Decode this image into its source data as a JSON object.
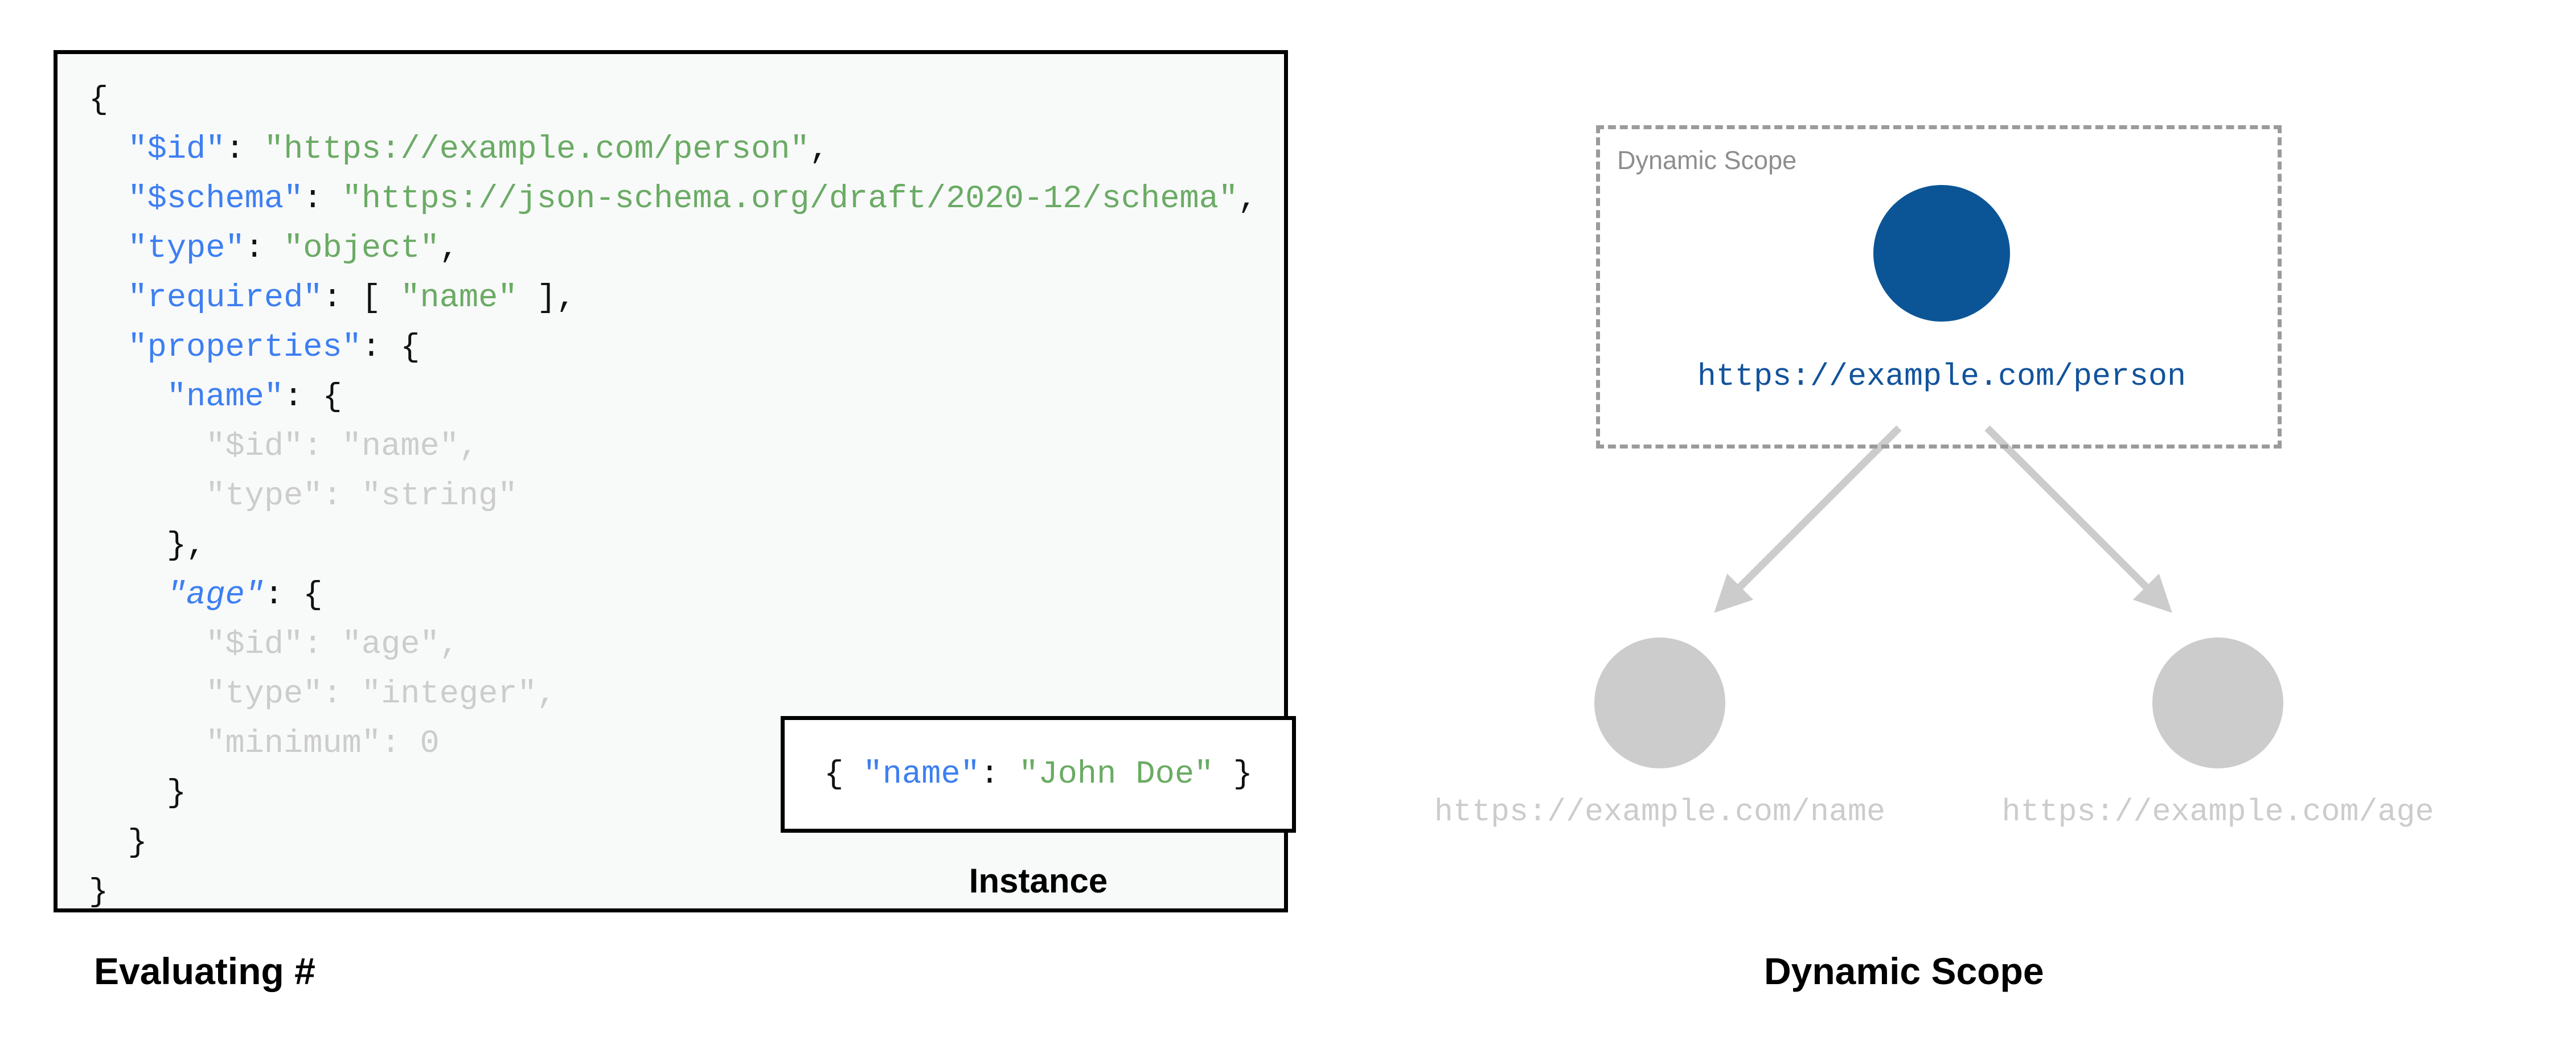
{
  "figure": {
    "left_caption": "Evaluating #",
    "right_caption": "Dynamic Scope"
  },
  "code_panel": {
    "language": "json",
    "lines": [
      {
        "indent": 0,
        "tokens": [
          {
            "t": "{",
            "c": "pun"
          }
        ]
      },
      {
        "indent": 1,
        "tokens": [
          {
            "t": "\"$id\"",
            "c": "key"
          },
          {
            "t": ": ",
            "c": "pun"
          },
          {
            "t": "\"https://example.com/person\"",
            "c": "str"
          },
          {
            "t": ",",
            "c": "pun"
          }
        ]
      },
      {
        "indent": 1,
        "tokens": [
          {
            "t": "\"$schema\"",
            "c": "key"
          },
          {
            "t": ": ",
            "c": "pun"
          },
          {
            "t": "\"https://json-schema.org/draft/2020-12/schema\"",
            "c": "str"
          },
          {
            "t": ",",
            "c": "pun"
          }
        ]
      },
      {
        "indent": 1,
        "tokens": [
          {
            "t": "\"type\"",
            "c": "key"
          },
          {
            "t": ": ",
            "c": "pun"
          },
          {
            "t": "\"object\"",
            "c": "str"
          },
          {
            "t": ",",
            "c": "pun"
          }
        ]
      },
      {
        "indent": 1,
        "tokens": [
          {
            "t": "\"required\"",
            "c": "key"
          },
          {
            "t": ": [ ",
            "c": "pun"
          },
          {
            "t": "\"name\"",
            "c": "str"
          },
          {
            "t": " ],",
            "c": "pun"
          }
        ]
      },
      {
        "indent": 1,
        "tokens": [
          {
            "t": "\"properties\"",
            "c": "key"
          },
          {
            "t": ": {",
            "c": "pun"
          }
        ]
      },
      {
        "indent": 2,
        "tokens": [
          {
            "t": "\"name\"",
            "c": "key"
          },
          {
            "t": ": {",
            "c": "pun"
          }
        ]
      },
      {
        "indent": 3,
        "tokens": [
          {
            "t": "\"$id\": \"name\",",
            "c": "dim"
          }
        ]
      },
      {
        "indent": 3,
        "tokens": [
          {
            "t": "\"type\": \"string\"",
            "c": "dim"
          }
        ]
      },
      {
        "indent": 2,
        "tokens": [
          {
            "t": "},",
            "c": "pun"
          }
        ]
      },
      {
        "indent": 2,
        "tokens": [
          {
            "t": "\"age\"",
            "c": "key-i"
          },
          {
            "t": ": {",
            "c": "pun"
          }
        ]
      },
      {
        "indent": 3,
        "tokens": [
          {
            "t": "\"$id\": \"age\",",
            "c": "dim"
          }
        ]
      },
      {
        "indent": 3,
        "tokens": [
          {
            "t": "\"type\": \"integer\",",
            "c": "dim"
          }
        ]
      },
      {
        "indent": 3,
        "tokens": [
          {
            "t": "\"minimum\": 0",
            "c": "dim"
          }
        ]
      },
      {
        "indent": 2,
        "tokens": [
          {
            "t": "}",
            "c": "pun"
          }
        ]
      },
      {
        "indent": 1,
        "tokens": [
          {
            "t": "}",
            "c": "pun"
          }
        ]
      },
      {
        "indent": 0,
        "tokens": [
          {
            "t": "}",
            "c": "pun"
          }
        ]
      }
    ]
  },
  "instance": {
    "caption": "Instance",
    "tokens": [
      {
        "t": "{ ",
        "c": "pun"
      },
      {
        "t": "\"name\"",
        "c": "key"
      },
      {
        "t": ": ",
        "c": "pun"
      },
      {
        "t": "\"John Doe\"",
        "c": "str"
      },
      {
        "t": " }",
        "c": "pun"
      }
    ]
  },
  "diagram": {
    "scope_label": "Dynamic Scope",
    "nodes": [
      {
        "id": "root",
        "label": "https://example.com/person",
        "color": "#0b5596",
        "label_color": "#12539b",
        "state": "active"
      },
      {
        "id": "name",
        "label": "https://example.com/name",
        "color": "#cccccc",
        "label_color": "#cccccc",
        "state": "inactive"
      },
      {
        "id": "age",
        "label": "https://example.com/age",
        "color": "#cccccc",
        "label_color": "#cccccc",
        "state": "inactive"
      }
    ],
    "edges": [
      {
        "from": "root",
        "to": "name"
      },
      {
        "from": "root",
        "to": "age"
      }
    ]
  },
  "colors": {
    "accent_blue": "#0b5596",
    "key_blue": "#3d7ff2",
    "string_green": "#6aab64",
    "dim_gray": "#cccccc",
    "dash_gray": "#9b9b9b",
    "panel_bg": "#f8f9f9"
  }
}
